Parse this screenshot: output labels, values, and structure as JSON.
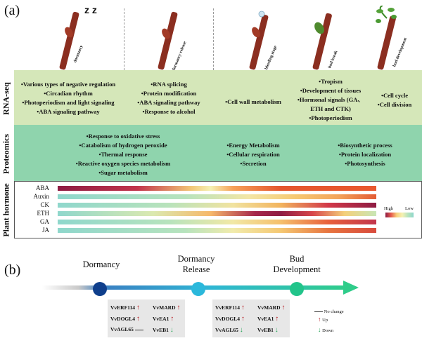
{
  "panel_a": "(a)",
  "panel_b": "(b)",
  "stages": [
    {
      "caption": "dormancy",
      "zzz": "z z"
    },
    {
      "caption": "dormancy release"
    },
    {
      "caption": "bleeding stage"
    },
    {
      "caption": "bud break"
    },
    {
      "caption": "bud development"
    }
  ],
  "rows": {
    "rna": "RNA-seq",
    "prot": "Proteomics",
    "horm": "Plant hormone"
  },
  "rna_cols": [
    [
      "Various types of negative regulation",
      "Circadian rhythm",
      "Photoperiodism and light signaling",
      "ABA signaling pathway"
    ],
    [
      "RNA splicing",
      "Protein modification",
      "ABA signaling pathway",
      "Response to alcohol"
    ],
    [
      "Cell wall metabolism"
    ],
    [
      "Tropism",
      "Development of tissues",
      "Hormonal signals (GA、",
      "Photoperiodism"
    ],
    [
      "Cell cycle",
      "Cell division"
    ]
  ],
  "rna_hormonal_cont": "ETH and CTK)",
  "prot_cols": [
    [
      "Response to oxidative stress",
      "Catabolism of hydrogen peroxide",
      "Thermal response",
      "Reactive oxygen species metabolism",
      "Sugar metabolism"
    ],
    [
      "Energy Metabolism",
      "Cellular respiration",
      "Secretion"
    ],
    [
      "Biosynthetic process",
      "Protein localization",
      "Photosynthesis"
    ]
  ],
  "hormones": [
    "ABA",
    "Auxin",
    "CK",
    "ETH",
    "GA",
    "JA"
  ],
  "legend": {
    "high": "High",
    "low": "Low"
  },
  "timeline": {
    "dormancy": "Dormancy",
    "release_1": "Dormancy",
    "release_2": "Release",
    "bud_1": "Bud",
    "bud_2": "Development"
  },
  "genes_left": [
    {
      "name": "VvERF114",
      "dir": "up"
    },
    {
      "name": "VvMARD",
      "dir": "up"
    },
    {
      "name": "VvDOGL4",
      "dir": "up"
    },
    {
      "name": "VvEA1",
      "dir": "up"
    },
    {
      "name": "VvAGL65",
      "dir": "none"
    },
    {
      "name": "VvEB1",
      "dir": "down"
    }
  ],
  "genes_right": [
    {
      "name": "VvERF114",
      "dir": "up"
    },
    {
      "name": "VvMARD",
      "dir": "up"
    },
    {
      "name": "VvDOGL4",
      "dir": "up"
    },
    {
      "name": "VvEA1",
      "dir": "up"
    },
    {
      "name": "VvAGL65",
      "dir": "down"
    },
    {
      "name": "VvEB1",
      "dir": "down"
    }
  ],
  "key": {
    "no_change": "No change",
    "up": "Up",
    "down": "Down"
  }
}
